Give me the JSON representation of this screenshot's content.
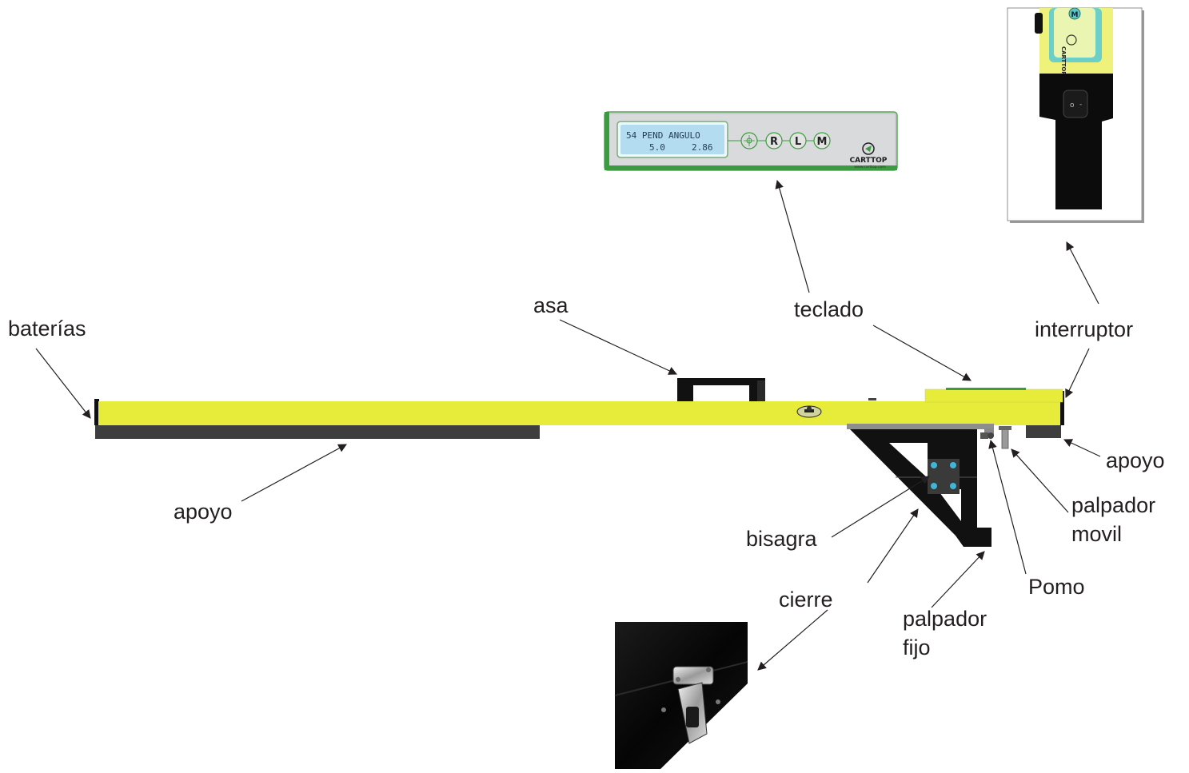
{
  "display": {
    "line1": "54  PEND ANGULO",
    "line2": "5.0     2.86",
    "buttons": [
      "R",
      "L",
      "M"
    ],
    "brand": "CARTTOP",
    "url": "www.carttop.com"
  },
  "labels": {
    "baterias": "baterías",
    "asa": "asa",
    "teclado": "teclado",
    "interruptor": "interruptor",
    "apoyo_left": "apoyo",
    "apoyo_right": "apoyo",
    "palpador_movil_1": "palpador",
    "palpador_movil_2": "movil",
    "bisagra": "bisagra",
    "pomo": "Pomo",
    "cierre": "cierre",
    "palpador_fijo_1": "palpador",
    "palpador_fijo_2": "fijo"
  },
  "inset_device": {
    "brand": "CARTTOP",
    "button": "M"
  },
  "colors": {
    "bar_yellow": "#e7eb3a",
    "support_gray": "#3e3e3e",
    "bracket_black": "#111111",
    "display_lcd": "#b4dcf0",
    "display_green": "#3c9a40",
    "hinge_blue": "#3fb6d8",
    "text": "#231f20"
  }
}
